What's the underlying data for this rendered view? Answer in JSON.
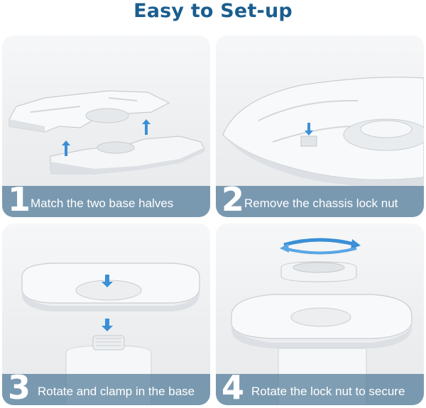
{
  "title": "Easy to Set-up",
  "colors": {
    "title": "#1b5e8f",
    "caption_bar": "#35688b",
    "arrow": "#3a8fd6",
    "panel_bg": "#eceef0"
  },
  "steps": [
    {
      "number": "1",
      "text": "Match the two base halves"
    },
    {
      "number": "2",
      "text": "Remove the chassis lock nut"
    },
    {
      "number": "3",
      "text": "Rotate and clamp in the base"
    },
    {
      "number": "4",
      "text": "Rotate the lock nut to secure"
    }
  ],
  "icons": [
    "up-arrow-icon",
    "down-arrow-icon",
    "rotate-arrow-icon"
  ]
}
